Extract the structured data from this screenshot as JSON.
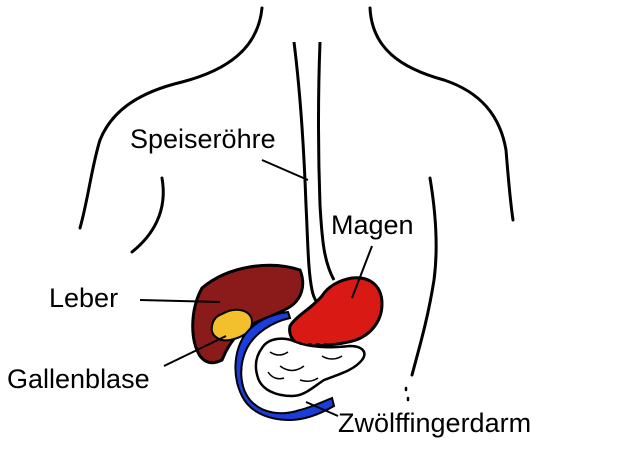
{
  "diagram": {
    "labels": {
      "esophagus": "Speiseröhre",
      "stomach": "Magen",
      "liver": "Leber",
      "gallbladder": "Gallenblase",
      "duodenum": "Zwölffingerdarm"
    },
    "colors": {
      "outline": "#000000",
      "background": "#ffffff",
      "liver": "#8b1a1a",
      "gallbladder": "#f2c02c",
      "stomach": "#d91a14",
      "duodenum": "#1a3ddb",
      "pancreas": "#ffffff"
    }
  }
}
